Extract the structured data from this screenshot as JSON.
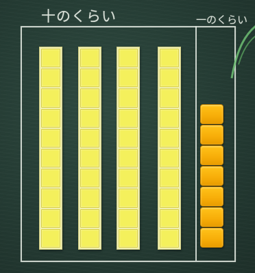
{
  "labels": {
    "tens": "十のくらい",
    "ones": "一のくらい"
  },
  "tens_rods": {
    "count": 4,
    "cells_per_rod": 10,
    "color": "#f4f05c"
  },
  "ones_cubes": {
    "count": 7,
    "color": "#f7ad08"
  },
  "colors": {
    "board": "#243b33",
    "chalk": "#e9efe6",
    "leaf": "#6fbf73"
  }
}
